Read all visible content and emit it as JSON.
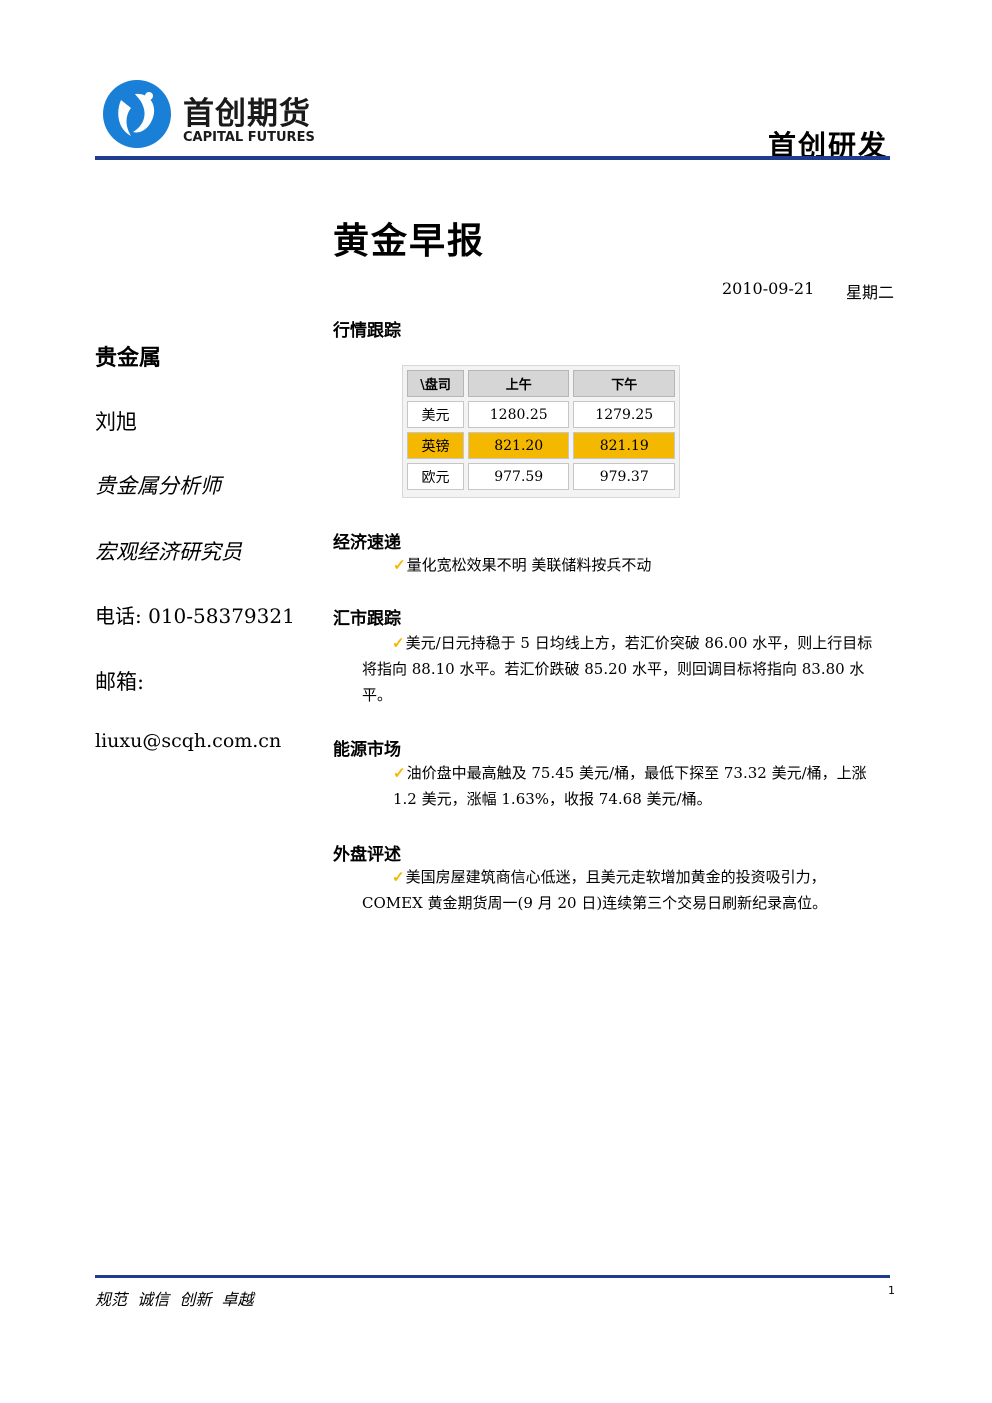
{
  "header": {
    "logo_cn": "首创期货",
    "logo_en": "CAPITAL FUTURES",
    "department": "首创研发",
    "brand_color": "#1f3c8f",
    "logo_icon": "capital-futures-logo-icon"
  },
  "report": {
    "title": "黄金早报",
    "date": "2010-09-21",
    "weekday": "星期二"
  },
  "sidebar": {
    "category": "贵金属",
    "author": "刘旭",
    "role1": "贵金属分析师",
    "role2": "宏观经济研究员",
    "phone": "电话: 010-58379321",
    "email_label": "邮箱:",
    "email": "liuxu@scqh.com.cn"
  },
  "market_tracking": {
    "title": "行情跟踪",
    "table": {
      "headers": [
        "\\盘司",
        "上午",
        "下午"
      ],
      "rows": [
        {
          "currency": "美元",
          "am": "1280.25",
          "pm": "1279.25",
          "highlight": false
        },
        {
          "currency": "英镑",
          "am": "821.20",
          "pm": "821.19",
          "highlight": true
        },
        {
          "currency": "欧元",
          "am": "977.59",
          "pm": "979.37",
          "highlight": false
        }
      ],
      "highlight_color": "#f5b800"
    }
  },
  "sections": {
    "economy": {
      "title": "经济速递",
      "text": "量化宽松效果不明 美联储料按兵不动"
    },
    "fx": {
      "title": "汇市跟踪",
      "text": "美元/日元持稳于 5 日均线上方，若汇价突破 86.00 水平，则上行目标将指向 88.10 水平。若汇价跌破 85.20 水平，则回调目标将指向 83.80 水平。"
    },
    "energy": {
      "title": "能源市场",
      "text": "油价盘中最高触及 75.45 美元/桶，最低下探至 73.32 美元/桶，上涨 1.2 美元，涨幅 1.63%，收报 74.68 美元/桶。"
    },
    "overseas": {
      "title": "外盘评述",
      "text": "美国房屋建筑商信心低迷，且美元走软增加黄金的投资吸引力，COMEX 黄金期货周一(9 月 20 日)连续第三个交易日刷新纪录高位。"
    },
    "check_icon": "check-mark-icon"
  },
  "footer": {
    "slogan": "规范  诚信  创新  卓越",
    "page_number": "1"
  }
}
